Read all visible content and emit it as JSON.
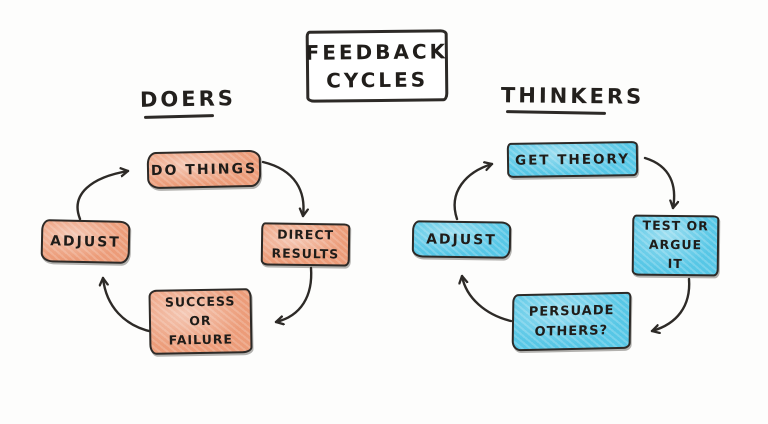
{
  "title": {
    "text": "FEEDBACK\nCYCLES"
  },
  "cycles": [
    {
      "id": "doers",
      "heading": "DOERS",
      "nodes": [
        {
          "label": "DO THINGS"
        },
        {
          "label": "DIRECT\nRESULTS"
        },
        {
          "label": "SUCCESS\nOR\nFAILURE"
        },
        {
          "label": "ADJUST"
        }
      ],
      "arrows": [
        {
          "from": "ADJUST",
          "to": "DO THINGS"
        },
        {
          "from": "DO THINGS",
          "to": "DIRECT RESULTS"
        },
        {
          "from": "DIRECT RESULTS",
          "to": "SUCCESS OR FAILURE"
        },
        {
          "from": "SUCCESS OR FAILURE",
          "to": "ADJUST"
        }
      ]
    },
    {
      "id": "thinkers",
      "heading": "THINKERS",
      "nodes": [
        {
          "label": "GET THEORY"
        },
        {
          "label": "TEST OR\nARGUE\nIT"
        },
        {
          "label": "PERSUADE\nOTHERS?"
        },
        {
          "label": "ADJUST"
        }
      ],
      "arrows": [
        {
          "from": "ADJUST",
          "to": "GET THEORY"
        },
        {
          "from": "GET THEORY",
          "to": "TEST OR ARGUE IT"
        },
        {
          "from": "TEST OR ARGUE IT",
          "to": "PERSUADE OTHERS?"
        },
        {
          "from": "PERSUADE OTHERS?",
          "to": "ADJUST"
        }
      ]
    }
  ],
  "colors": {
    "ink": "#2d2a27",
    "doers_fill": "#EC9C79",
    "thinkers_fill": "#57C7E6",
    "paper": "#fdfdfc"
  }
}
